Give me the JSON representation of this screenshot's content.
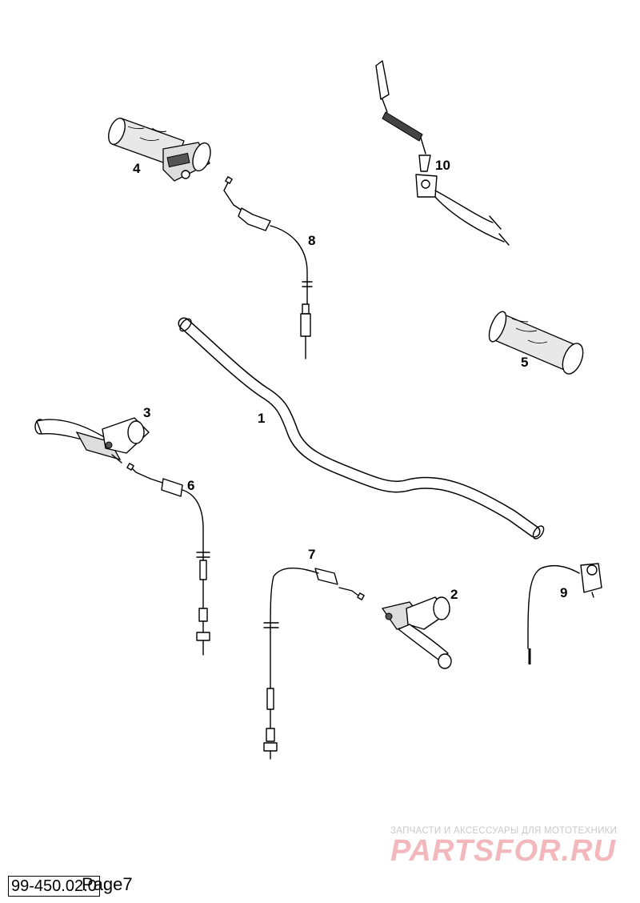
{
  "parts": [
    {
      "number": "1"
    },
    {
      "number": "2"
    },
    {
      "number": "3"
    },
    {
      "number": "4"
    },
    {
      "number": "5"
    },
    {
      "number": "6"
    },
    {
      "number": "7"
    },
    {
      "number": "8"
    },
    {
      "number": "9"
    },
    {
      "number": "10"
    }
  ],
  "footer": {
    "doc_number": "99-450.02.0",
    "page_label": "Page7"
  },
  "watermark": {
    "tagline": "ЗАПЧАСТИ И АКСЕССУАРЫ ДЛЯ МОТОТЕХНИКИ",
    "logo": "PARTSFOR.RU"
  }
}
